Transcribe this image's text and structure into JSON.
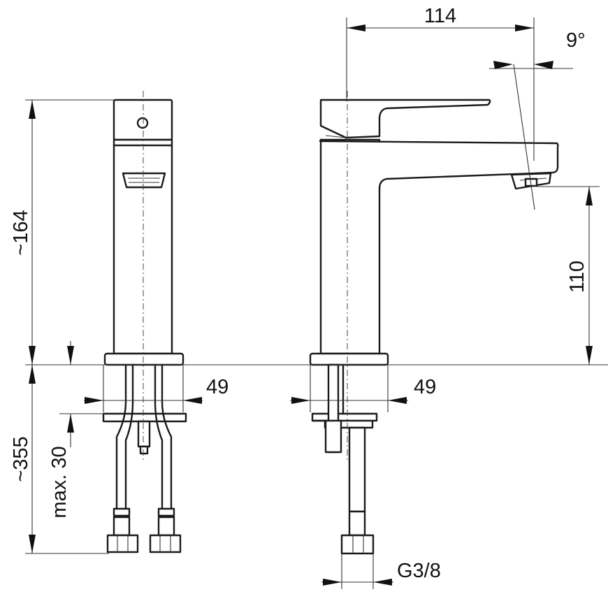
{
  "dimensions": {
    "total_height": "~164",
    "below_deck": "~355",
    "deck_thickness": "max. 30",
    "spout_reach": "114",
    "spout_angle": "9°",
    "spout_height": "110",
    "base_diameter_front": "49",
    "base_diameter_side": "49",
    "connection_thread": "G3/8"
  }
}
